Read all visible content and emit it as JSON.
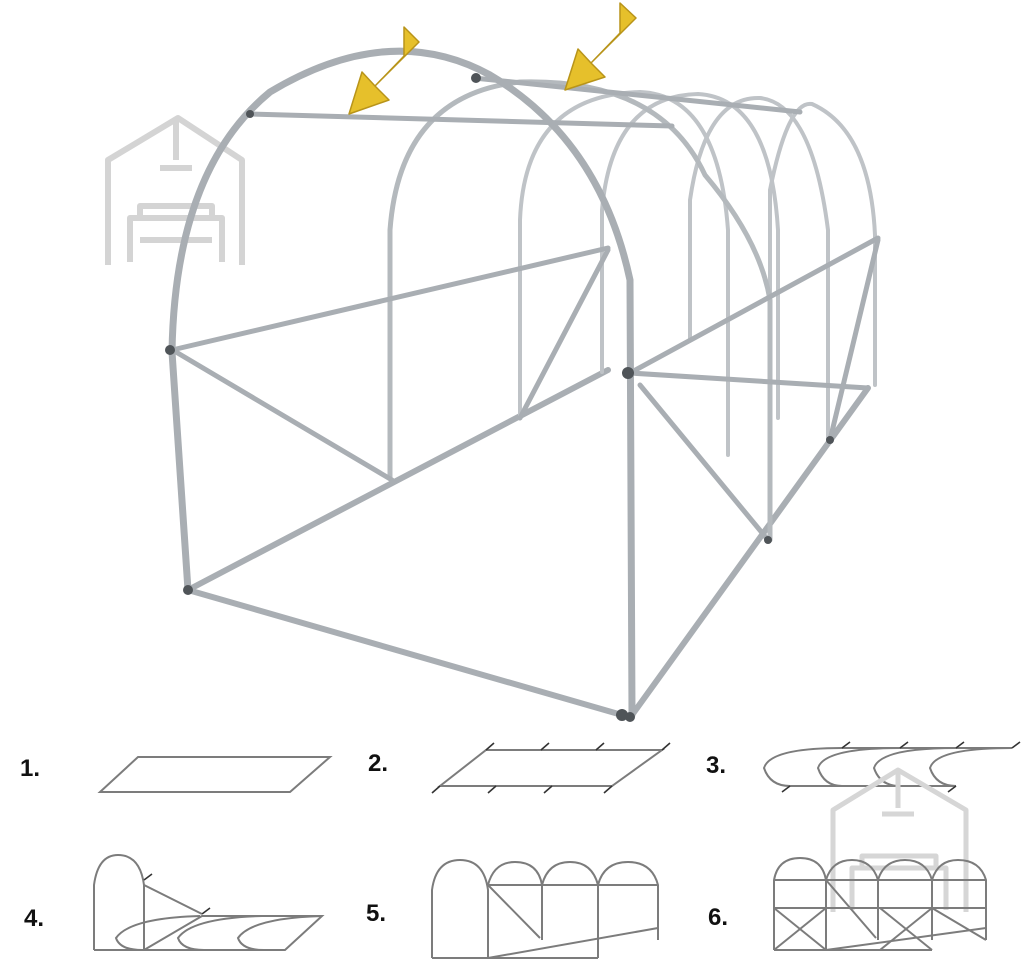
{
  "steps": [
    {
      "label": "1."
    },
    {
      "label": "2."
    },
    {
      "label": "3."
    },
    {
      "label": "4."
    },
    {
      "label": "5."
    },
    {
      "label": "6."
    }
  ],
  "icons": {
    "watermark": "house-sofa-watermark-icon",
    "pointer": "arrow-down-left-icon"
  },
  "colors": {
    "frame_tube": "#a9aeb3",
    "frame_tube_light": "#d3d6d9",
    "connector": "#555a5f",
    "arrow_fill": "#e6c02b",
    "arrow_stroke": "#b8941a",
    "step_line": "#7c7c7c",
    "watermark": "#cfcfcf"
  }
}
